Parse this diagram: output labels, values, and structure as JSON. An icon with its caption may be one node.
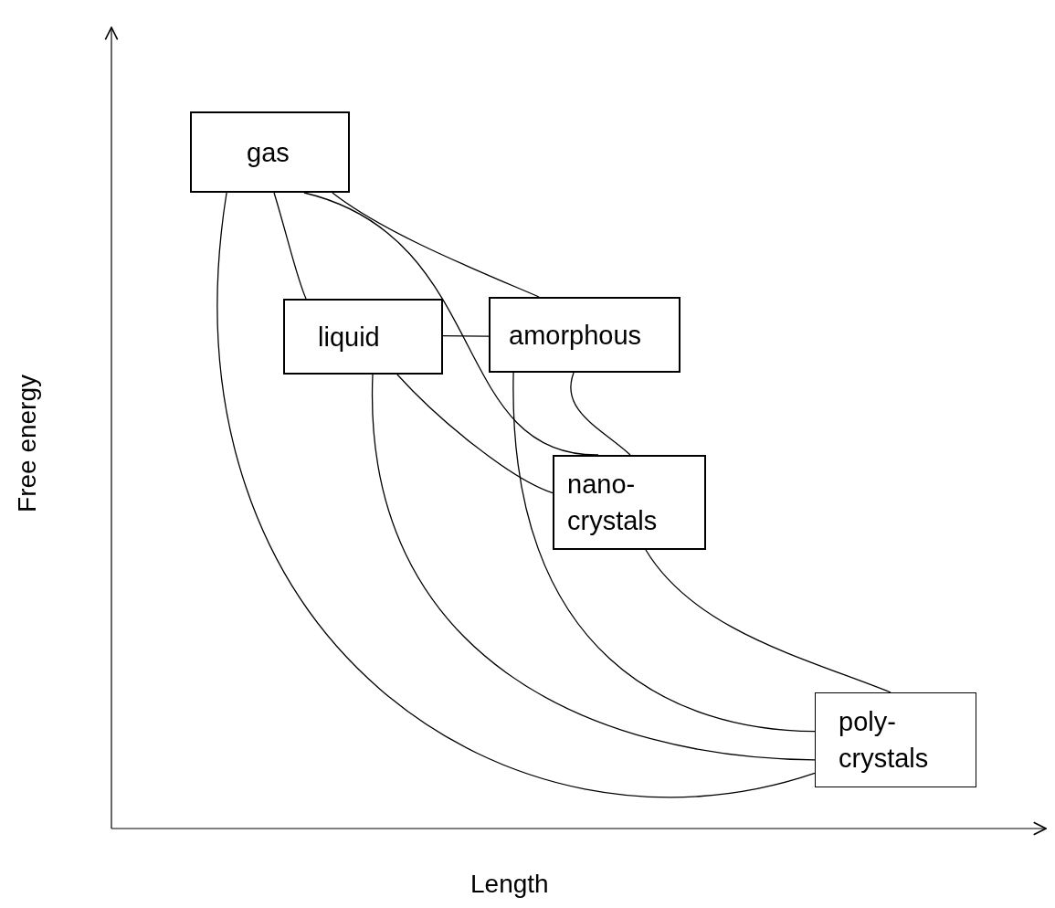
{
  "diagram": {
    "nodes": [
      {
        "text": [
          "gas"
        ]
      },
      {
        "text": [
          "liquid"
        ]
      },
      {
        "text": [
          "amorphous"
        ]
      },
      {
        "text": [
          "nano-crystals"
        ]
      },
      {
        "text": [
          "poly-crystals"
        ]
      }
    ],
    "edges": [
      {
        "from": 0,
        "to": 1,
        "arrow": "none"
      },
      {
        "from": 0,
        "to": 2,
        "arrow": "none"
      },
      {
        "from": 0,
        "to": 3,
        "arrow": "none"
      },
      {
        "from": 0,
        "to": 4,
        "arrow": "none"
      },
      {
        "from": 1,
        "to": 2,
        "arrow": "none"
      },
      {
        "from": 1,
        "to": 3,
        "arrow": "none"
      },
      {
        "from": 1,
        "to": 4,
        "arrow": "none"
      },
      {
        "from": 2,
        "to": 3,
        "arrow": "none"
      },
      {
        "from": 2,
        "to": 4,
        "arrow": "none"
      },
      {
        "from": 3,
        "to": 4,
        "arrow": "none"
      }
    ],
    "labels": [
      "Free energy",
      "Length"
    ]
  }
}
